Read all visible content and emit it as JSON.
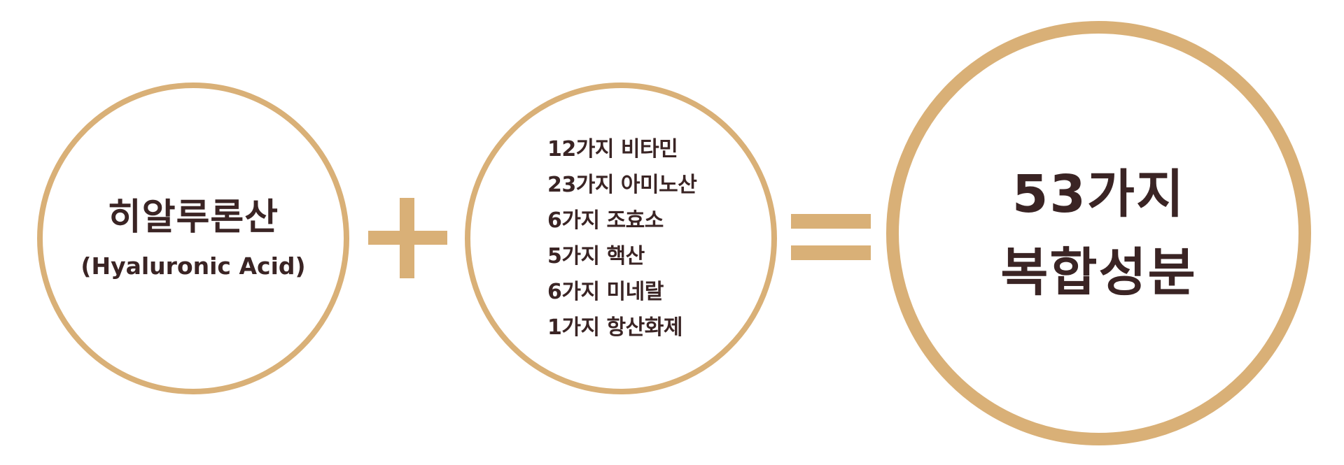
{
  "colors": {
    "accent": "#d9b077",
    "text": "#3a2424",
    "background": "#ffffff"
  },
  "hyaluronic": {
    "title_ko": "히알루론산",
    "title_en": "(Hyaluronic Acid)"
  },
  "ingredients": {
    "items": [
      "12가지 비타민",
      "23가지 아미노산",
      "6가지 조효소",
      "5가지 핵산",
      "6가지 미네랄",
      "1가지 항산화제"
    ]
  },
  "result": {
    "line1": "53가지",
    "line2": "복합성분"
  },
  "operators": {
    "plus_icon": "plus-icon",
    "equals_icon": "equals-icon"
  }
}
